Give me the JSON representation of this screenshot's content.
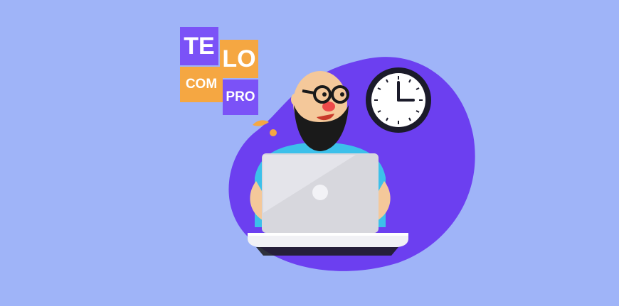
{
  "logo": {
    "tiles": {
      "te": "TE",
      "lo": "LO",
      "com": "COM",
      "pro": "PRO"
    }
  },
  "colors": {
    "background": "#9fb4f8",
    "accent_purple": "#7b52f7",
    "accent_orange": "#f5a742"
  },
  "illustration": {
    "icons": [
      "man-with-beard",
      "laptop",
      "wall-clock",
      "blob-background"
    ]
  }
}
